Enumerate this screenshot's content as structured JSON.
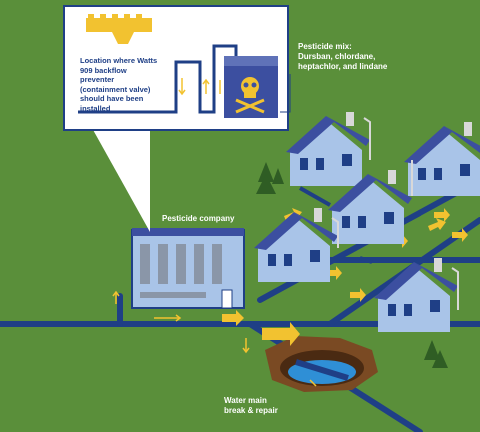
{
  "labels": {
    "pesticide_mix": "Pesticide mix:\nDursban, chlordane,\nheptachlor, and lindane",
    "location_note": "Location where Watts\n909 backflow preventer\n(containment valve)\nshould have been\ninstalled",
    "company": "Pesticide company",
    "water_main": "Water main\nbreak & repair"
  },
  "colors": {
    "grass": "#5a8f3a",
    "pipe": "#1f3f86",
    "flow": "#f2c230",
    "house_wall": "#a9c4e8",
    "roof": "#3c4fa0",
    "callout_bg": "#ffffff",
    "hole": "#7a4a23",
    "water": "#2f8fd6"
  },
  "icons": [
    "skull-crossbones-icon",
    "tree-icon",
    "flow-arrow-icon",
    "lamp-post-icon"
  ]
}
